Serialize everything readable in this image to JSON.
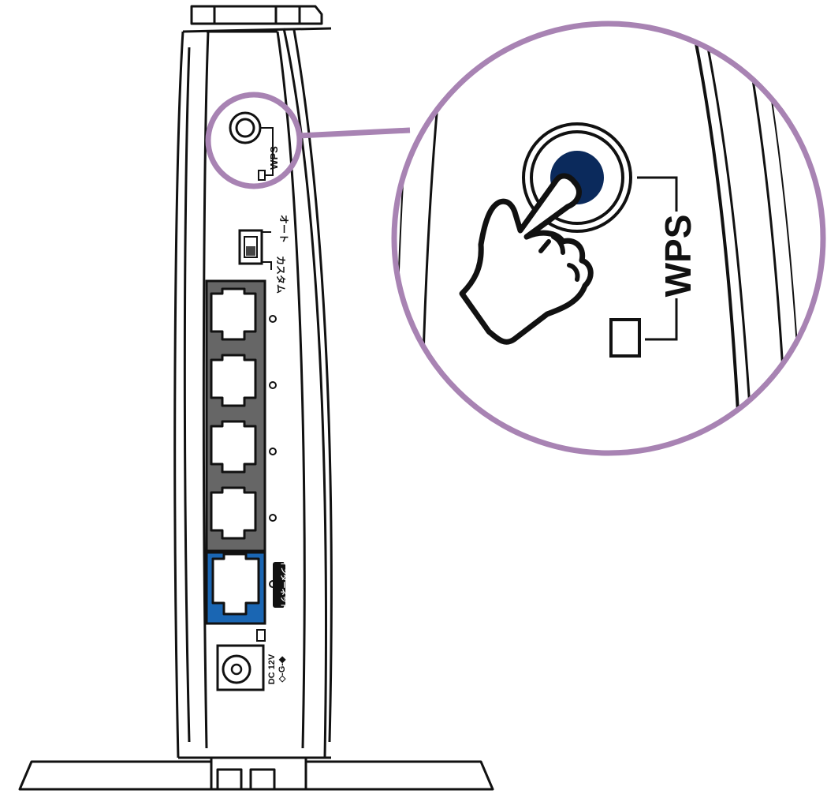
{
  "labels": {
    "wps_small": "WPS",
    "wps_large": "WPS",
    "mode_auto": "オート",
    "mode_custom": "カスタム",
    "internet": "インターネット",
    "dc_line1": "DC 12V",
    "dc_line2": "◇-G-◆"
  },
  "colors": {
    "outline": "#111111",
    "callout": "#a883b3",
    "lan_fill": "#666666",
    "wan_fill": "#1a66b3",
    "button_fill": "#0b2a5c"
  },
  "icons": {
    "hand": "pointing-hand-icon",
    "led": "led-indicator-icon"
  }
}
